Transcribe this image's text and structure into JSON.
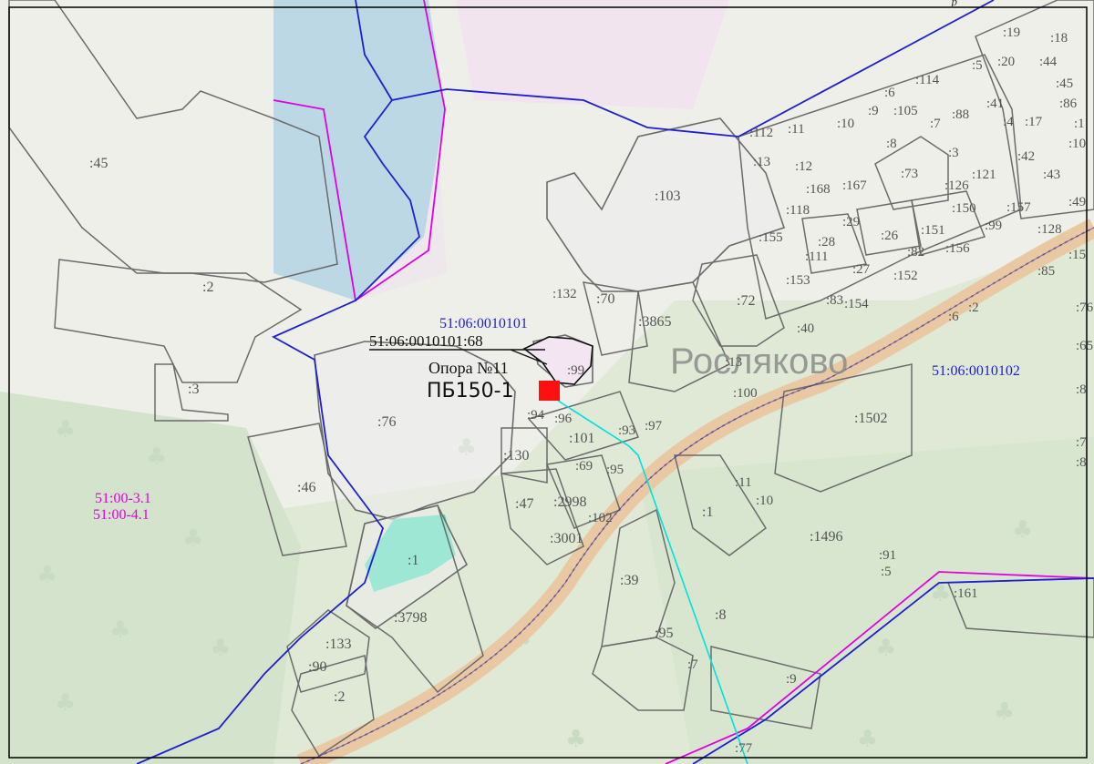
{
  "corner_text": "р",
  "blocks": {
    "block_101": "51:06:0010101",
    "block_102": "51:06:0010102",
    "zone_1": "51:00-3.1",
    "zone_2": "51:00-4.1"
  },
  "target_parcel": "51:06:0010101:68",
  "pole": {
    "name": "Опора №11",
    "type": "ПБ150-1"
  },
  "place_name": "Росляково",
  "colors": {
    "block_line": "#1f1fd0",
    "zone_line": "#e000e0",
    "power_line": "#00e0e0",
    "pole_marker": "#ff1010",
    "parcel_outline": "#6b6b6b",
    "water": "#bcd8e4",
    "road": "#e9c9a3",
    "pond": "#3fe0b8"
  },
  "parcel_labels": [
    ":45",
    ":2",
    ":3",
    ":76",
    ":46",
    ":1",
    ":3798",
    ":133",
    ":90",
    ":2",
    ":103",
    ":132",
    ":70",
    ":3865",
    ":99",
    ":94",
    ":96",
    ":93",
    ":97",
    ":101",
    ":130",
    ":69",
    ":95",
    ":47",
    ":2998",
    ":102",
    ":3001",
    ":39",
    ":95",
    ":7",
    ":8",
    ":1",
    ":11",
    ":10",
    ":1496",
    ":91",
    ":5",
    ":161",
    ":9",
    ":77",
    ":100",
    ":1502",
    ":13",
    ":72",
    ":155",
    ":111",
    ":153",
    ":83",
    ":154",
    ":40",
    ":28",
    ":27",
    ":152",
    ":26",
    ":151",
    ":156",
    ":82",
    ":29",
    ":118",
    ":168",
    ":167",
    ":73",
    ":12",
    ":13",
    ":112",
    ":11",
    ":10",
    ":9",
    ":105",
    ":6",
    ":114",
    ":8",
    ":7",
    ":88",
    ":3",
    ":126",
    ":121",
    ":150",
    ":99",
    ":157",
    ":128",
    ":49",
    ":85",
    ":15",
    ":76",
    ":65",
    ":8",
    ":7",
    ":8",
    ":6",
    ":2",
    ":19",
    ":18",
    ":5",
    ":20",
    ":44",
    ":45",
    ":41",
    ":4",
    ":17",
    ":86",
    ":1",
    ":42",
    ":43",
    ":10"
  ]
}
